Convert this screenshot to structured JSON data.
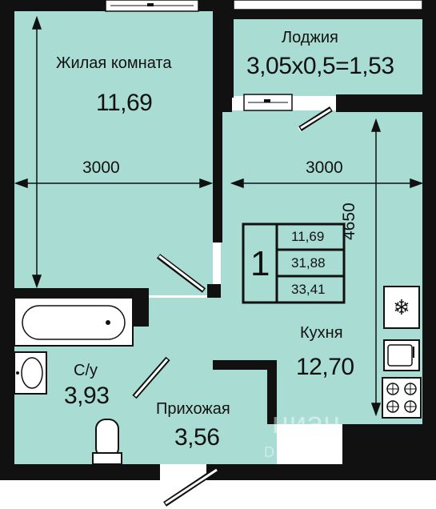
{
  "colors": {
    "floor": "#a9dcd3",
    "wall": "#111111",
    "line": "#111111",
    "window": "#ffffff"
  },
  "rooms": {
    "living": {
      "name": "Жилая комната",
      "area": "11,69"
    },
    "loggia": {
      "name": "Лоджия",
      "area": "3,05x0,5=1,53"
    },
    "kitchen": {
      "name": "Кухня",
      "area": "12,70"
    },
    "bathroom": {
      "name": "С/у",
      "area": "3,93"
    },
    "hallway": {
      "name": "Прихожая",
      "area": "3,56"
    }
  },
  "dimensions": {
    "living_width": "3000",
    "kitchen_width": "3000",
    "kitchen_depth": "4650"
  },
  "info_table": {
    "rooms_count": "1",
    "living_area": "11,69",
    "total_area": "31,88",
    "total_with_loggia": "33,41"
  },
  "icons": [
    "stove-icon",
    "sink-icon",
    "fridge-icon",
    "bathtub-icon",
    "washbasin-icon",
    "toilet-icon"
  ],
  "watermark": {
    "text": "циан",
    "sub": "D"
  }
}
